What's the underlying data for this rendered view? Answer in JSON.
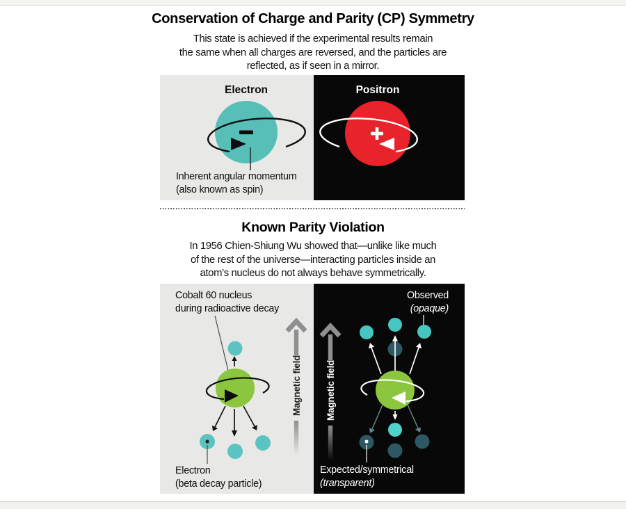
{
  "page": {
    "title": "Conservation of Charge and Parity (CP) Symmetry",
    "intro_lines": [
      "This state is achieved if the experimental results remain",
      "the same when all charges are reversed, and the particles are",
      "reflected, as if seen in a mirror."
    ]
  },
  "cp_diagram": {
    "electron": {
      "heading": "Electron",
      "charge_symbol": "−",
      "caption_line1": "Inherent angular momentum",
      "caption_line2": "(also known as spin)"
    },
    "positron": {
      "heading": "Positron",
      "charge_symbol": "+"
    }
  },
  "parity_section": {
    "heading": "Known Parity Violation",
    "intro_lines": [
      "In 1956 Chien-Shiung Wu showed that—unlike like much",
      "of the rest of the universe—interacting particles inside an",
      "atom’s nucleus do not always behave symmetrically."
    ]
  },
  "wu_diagram": {
    "left": {
      "nucleus_label_line1": "Cobalt 60 nucleus",
      "nucleus_label_line2": "during radioactive decay",
      "magnetic_field_label": "Magnetic field",
      "electron_label_line1": "Electron",
      "electron_label_line2": "(beta decay particle)"
    },
    "right": {
      "magnetic_field_label": "Magnetic field",
      "observed_label_line1": "Observed",
      "observed_label_line2": "(opaque)",
      "expected_label_line1": "Expected/symmetrical",
      "expected_label_line2": "(transparent)"
    }
  },
  "icons": {
    "minus-icon": "−",
    "plus-icon": "+",
    "magnetic-field-arrow-icon": "↑",
    "spin-orbit-icon": "⟲"
  },
  "colors": {
    "electron_teal": "#57bfb7",
    "beta_particle_teal": "#5bc4c2",
    "observed_teal": "#47c6c1",
    "emitted_bright_teal": "#4ed2c9",
    "transparent_slate": "#2c5763",
    "positron_red": "#e8232c",
    "cobalt_green": "#8cc63f",
    "panel_light": "#e8e8e6",
    "panel_dark": "#080808",
    "magnetic_arrow_gray": "#8f8f8f"
  }
}
